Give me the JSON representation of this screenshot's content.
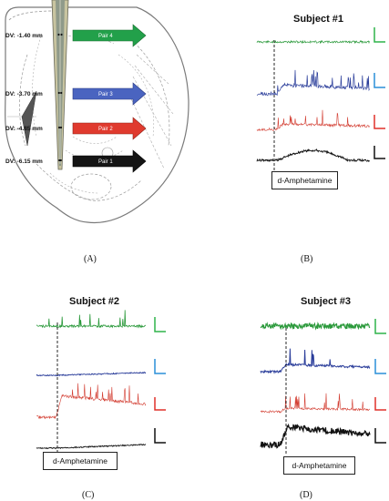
{
  "panel_a": {
    "label": "(A)",
    "depths": [
      "DV: -1.40 mm",
      "DV: -3.70 mm",
      "DV: -4.85 mm",
      "DV: -6.15 mm"
    ],
    "pairs": [
      {
        "name": "Pair 4",
        "color": "#22a04a"
      },
      {
        "name": "Pair 3",
        "color": "#4a64c0"
      },
      {
        "name": "Pair 2",
        "color": "#e03a2e"
      },
      {
        "name": "Pair 1",
        "color": "#151515"
      }
    ]
  },
  "panel_b": {
    "label": "(B)",
    "title": "Subject #1",
    "drug": "d-Amphetamine"
  },
  "panel_c": {
    "label": "(C)",
    "title": "Subject #2",
    "drug": "d-Amphetamine"
  },
  "panel_d": {
    "label": "(D)",
    "title": "Subject #3",
    "drug": "d-Amphetamine"
  },
  "trace_colors": {
    "green": "#2c9a3c",
    "blue": "#2a3d9a",
    "red": "#d23a2e",
    "black": "#111111"
  },
  "scale_colors": {
    "green": "#2fb34a",
    "blue": "#2a8fd8",
    "red": "#e0302a",
    "black": "#111111"
  }
}
